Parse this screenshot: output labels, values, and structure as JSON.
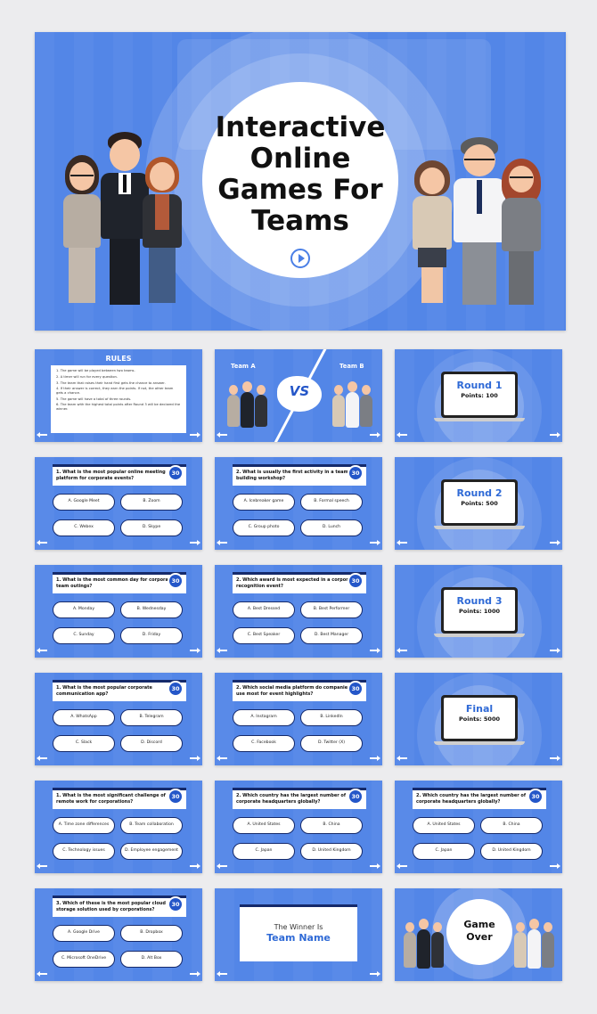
{
  "hero": {
    "title": "Interactive\nOnline\nGames For\nTeams",
    "play_icon": "play-circle-icon"
  },
  "rules": {
    "title": "RULES",
    "items": [
      "1.  The game will be played between two teams.",
      "2.  A timer will run for every question.",
      "3.  The team that raises their hand first gets the chance to answer.",
      "4.  If their answer is correct, they earn the points. If not, the other team gets a chance.",
      "5.  The game will have a total of three rounds.",
      "6.  The team with the highest total points after Round 3 will be declared the winner."
    ]
  },
  "versus": {
    "team_a": "Team A",
    "team_b": "Team B",
    "vs": "VS"
  },
  "rounds": [
    {
      "name": "Round 1",
      "points": "Points: 100"
    },
    {
      "name": "Round 2",
      "points": "Points: 500"
    },
    {
      "name": "Round 3",
      "points": "Points: 1000"
    },
    {
      "name": "Final",
      "points": "Points: 5000"
    }
  ],
  "timer": "30",
  "questions": [
    {
      "q": "1. What is the most popular online meeting\nplatform for corporate events?",
      "options": [
        "A. Google Meet",
        "B. Zoom",
        "C. Webex",
        "D. Skype"
      ]
    },
    {
      "q": "2. What is usually the first activity in a team-\nbuilding workshop?",
      "options": [
        "A. Icebreaker game",
        "B. Formal speech",
        "C. Group photo",
        "D. Lunch"
      ]
    },
    {
      "q": "1. What is the most common day for corporate\nteam outings?",
      "options": [
        "A. Monday",
        "B. Wednesday",
        "C. Sunday",
        "D. Friday"
      ]
    },
    {
      "q": "2. Which award is most expected in a corporate\nrecognition event?",
      "options": [
        "A. Best Dressed",
        "B. Best Performer",
        "C. Best Speaker",
        "D. Best Manager"
      ]
    },
    {
      "q": "1. What is the most popular corporate\ncommunication app?",
      "options": [
        "A. WhatsApp",
        "B. Telegram",
        "C. Slack",
        "D. Discord"
      ]
    },
    {
      "q": "2. Which social media platform do companies\nuse most for event highlights?",
      "options": [
        "A. Instagram",
        "B. LinkedIn",
        "C. Facebook",
        "D. Twitter (X)"
      ]
    },
    {
      "q": "1. What is the most significant challenge of\nremote work for corporations?",
      "options": [
        "A. Time zone differences",
        "B. Team collaboration",
        "C. Technology issues",
        "D. Employee engagement"
      ]
    },
    {
      "q": "2. Which country has the largest number of\ncorporate headquarters globally?",
      "options": [
        "A. United States",
        "B. China",
        "C. Japan",
        "D. United Kingdom"
      ]
    },
    {
      "q": "2. Which country has the largest number of\ncorporate headquarters globally?",
      "options": [
        "A. United States",
        "B. China",
        "C. Japan",
        "D. United Kingdom"
      ]
    },
    {
      "q": "3. Which of these is the most popular cloud\nstorage solution used by corporations?",
      "options": [
        "A. Google Drive",
        "B. Dropbox",
        "C. Microsoft OneDrive",
        "D. Alt Box"
      ]
    }
  ],
  "winner": {
    "label": "The Winner Is",
    "name": "Team Name"
  },
  "game_over": {
    "text": "Game\nOver"
  },
  "colors": {
    "slide_blue": "#4a7fe6",
    "navy": "#152a6b",
    "accent": "#2f6ad6"
  }
}
